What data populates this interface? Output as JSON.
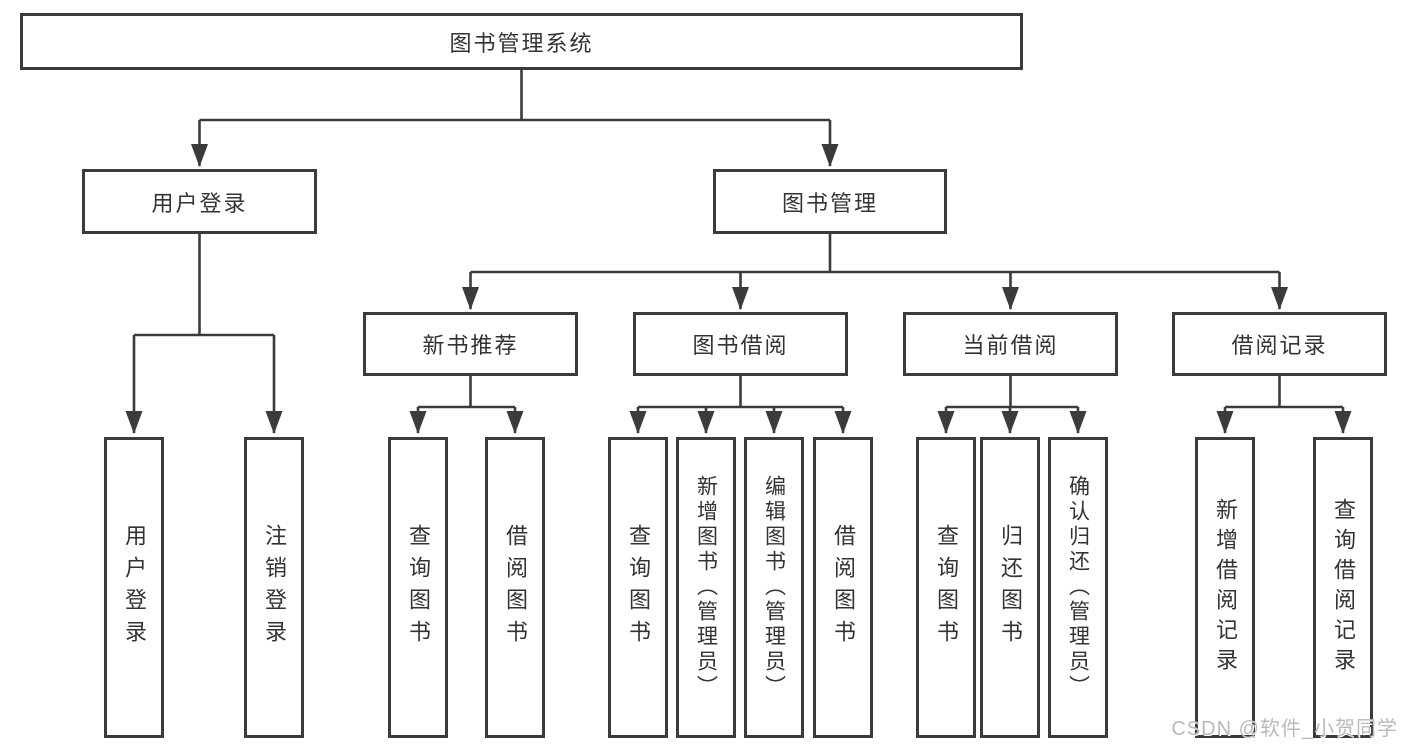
{
  "diagram": {
    "root": {
      "label": "图书管理系统"
    },
    "level2": [
      {
        "label": "用户登录"
      },
      {
        "label": "图书管理"
      }
    ],
    "level3": [
      {
        "label": "新书推荐"
      },
      {
        "label": "图书借阅"
      },
      {
        "label": "当前借阅"
      },
      {
        "label": "借阅记录"
      }
    ],
    "leaves": [
      {
        "label": "用户登录"
      },
      {
        "label": "注销登录"
      },
      {
        "label": "查询图书"
      },
      {
        "label": "借阅图书"
      },
      {
        "label": "查询图书"
      },
      {
        "label": "新增图书（管理员）"
      },
      {
        "label": "编辑图书（管理员）"
      },
      {
        "label": "借阅图书"
      },
      {
        "label": "查询图书"
      },
      {
        "label": "归还图书"
      },
      {
        "label": "确认归还（管理员）"
      },
      {
        "label": "新增借阅记录"
      },
      {
        "label": "查询借阅记录"
      }
    ],
    "watermark": "CSDN @软件_小贺同学",
    "colors": {
      "line": "#3b3b3b",
      "text": "#333333",
      "background": "#ffffff",
      "watermark": "#b9b9be"
    }
  }
}
